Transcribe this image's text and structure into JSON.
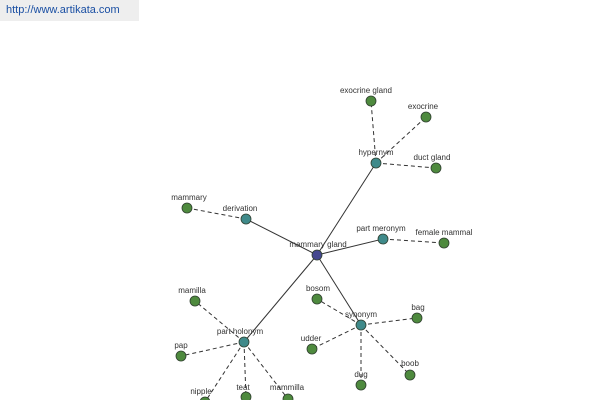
{
  "banner": {
    "url_text": "http://www.artikata.com"
  },
  "colors": {
    "root_node": "#44478f",
    "relation_node": "#3f8a8a",
    "word_node": "#4e8a3e",
    "edge": "#333333"
  },
  "graph": {
    "root": {
      "id": "mammary-gland",
      "label": "mammary gland"
    },
    "relations": [
      {
        "id": "hypernym",
        "label": "hypernym",
        "words": [
          {
            "id": "exocrine-gland",
            "label": "exocrine gland"
          },
          {
            "id": "exocrine",
            "label": "exocrine"
          },
          {
            "id": "duct-gland",
            "label": "duct gland"
          }
        ]
      },
      {
        "id": "derivation",
        "label": "derivation",
        "words": [
          {
            "id": "mammary",
            "label": "mammary"
          }
        ]
      },
      {
        "id": "part-meronym",
        "label": "part meronym",
        "words": [
          {
            "id": "female-mammal",
            "label": "female mammal"
          }
        ]
      },
      {
        "id": "synonym",
        "label": "synonym",
        "words": [
          {
            "id": "bosom",
            "label": "bosom"
          },
          {
            "id": "bag",
            "label": "bag"
          },
          {
            "id": "udder",
            "label": "udder"
          },
          {
            "id": "dug",
            "label": "dug"
          },
          {
            "id": "boob",
            "label": "boob"
          }
        ]
      },
      {
        "id": "part-holonym",
        "label": "part holonym",
        "words": [
          {
            "id": "mamilla",
            "label": "mamilla"
          },
          {
            "id": "pap",
            "label": "pap"
          },
          {
            "id": "nipple",
            "label": "nipple"
          },
          {
            "id": "teat",
            "label": "teat"
          },
          {
            "id": "mammilla",
            "label": "mammilla"
          }
        ]
      }
    ]
  }
}
